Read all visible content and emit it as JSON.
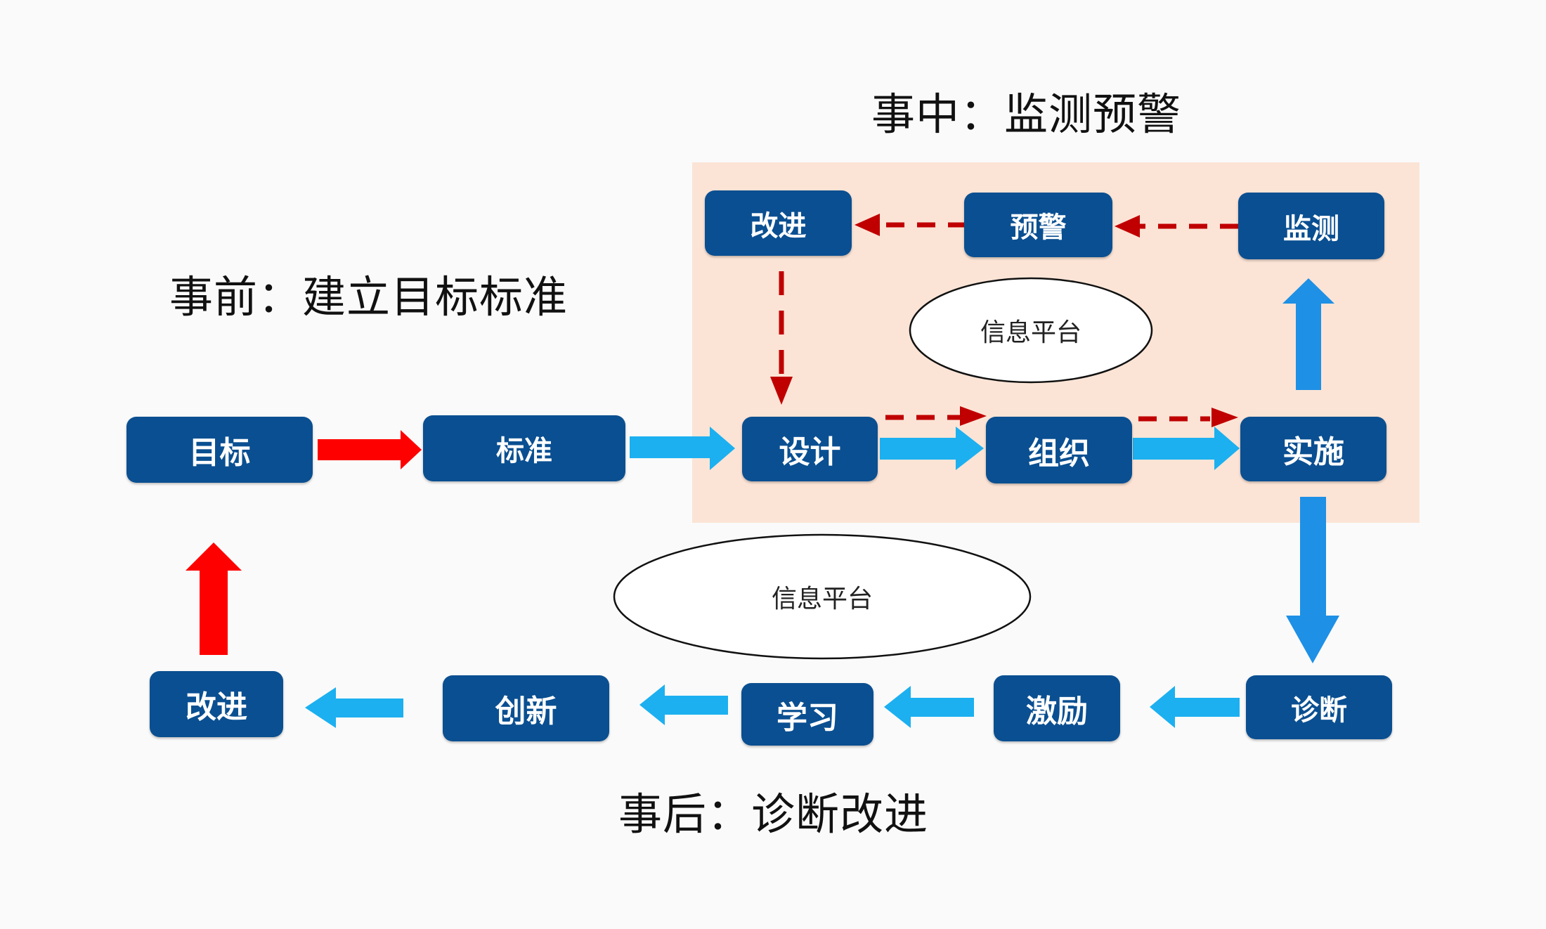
{
  "titles": {
    "before": "事前：建立目标标准",
    "during": "事中：监测预警",
    "after": "事后：诊断改进"
  },
  "nodes": {
    "goal": "目标",
    "standard": "标准",
    "design": "设计",
    "organize": "组织",
    "implement": "实施",
    "monitor": "监测",
    "warning": "预警",
    "improve_during": "改进",
    "diagnose": "诊断",
    "incentive": "激励",
    "learn": "学习",
    "innovate": "创新",
    "improve_after": "改进"
  },
  "platforms": {
    "during": "信息平台",
    "after": "信息平台"
  },
  "colors": {
    "background": "#fafafa",
    "node_fill": "#0a4f91",
    "monitoring_area": "#fbe4d6",
    "flow_arrow": "#1cb0f0",
    "vertical_arrow": "#1e90e6",
    "feedback_arrow": "#ff0000",
    "warning_dashed": "#c00000"
  }
}
